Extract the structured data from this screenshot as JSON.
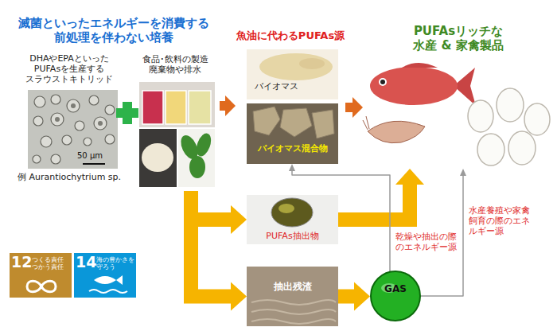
{
  "diagram": {
    "nodes": [
      {
        "text": [
          "滅菌といったエネルギーを消費する 前処理を伴わない培養"
        ]
      },
      {
        "text": [
          "DHAやEPAといった PUFAsを生産する スラウストキトリッド",
          "例 Aurantiochytrium sp."
        ],
        "in": 0
      },
      {
        "text": [
          "食品･飲料の製造 廃棄物や排水"
        ],
        "in": 0
      },
      {
        "text": [
          "魚油に代わるPUFAs源"
        ]
      },
      {
        "text": [
          "バイオマス"
        ],
        "in": 3
      },
      {
        "text": [
          "バイオマス混合物"
        ],
        "in": 3
      },
      {
        "text": [
          "PUFAsリッチな 水産 & 家禽製品"
        ]
      },
      {
        "text": [
          "PUFAs抽出物"
        ]
      },
      {
        "text": [
          "抽出残渣"
        ]
      },
      {
        "text": [
          "GAS"
        ]
      }
    ],
    "edges": [
      {
        "from": 0,
        "to": 3,
        "arrow": "to"
      },
      {
        "from": 3,
        "to": 6,
        "arrow": "to"
      },
      {
        "from": 0,
        "to": 7,
        "arrow": "to"
      },
      {
        "from": 0,
        "to": 8,
        "arrow": "to"
      },
      {
        "from": 7,
        "to": 6,
        "arrow": "to"
      },
      {
        "from": 8,
        "to": 9,
        "arrow": "to"
      },
      {
        "from": 9,
        "to": 5,
        "label": "乾燥や抽出の際 のエネルギー源",
        "arrow": "to"
      },
      {
        "from": 9,
        "to": 6,
        "label": "水産養殖や家禽 飼育の際のエネ ルギー源",
        "arrow": "to"
      }
    ],
    "labels": [
      "50 μm",
      "12",
      "つくる責任 つかう責任",
      "14",
      "海の豊かさを 守ろう"
    ]
  }
}
